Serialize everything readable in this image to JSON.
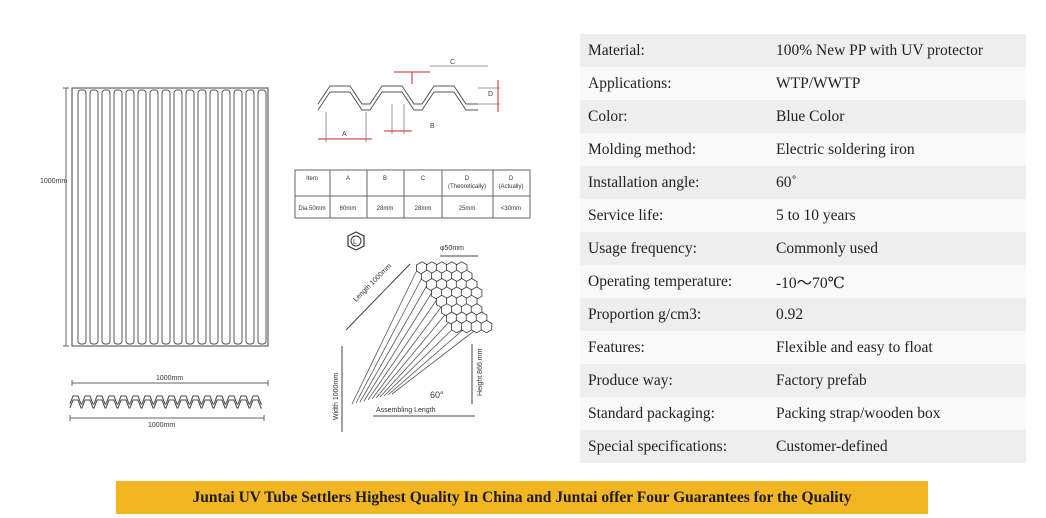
{
  "drawing": {
    "front_height_label": "1000mm",
    "front_width_label": "1000mm",
    "profile_width_label": "1000mm",
    "profile_labels": {
      "a": "A",
      "b": "B",
      "c": "C",
      "d": "D"
    },
    "dim_table": {
      "headers": [
        "Item",
        "A",
        "B",
        "C",
        "D\n(Theoretically)",
        "D\n(Actually)"
      ],
      "row": [
        "Dia 50mm",
        "60mm",
        "28mm",
        "28mm",
        "25mm",
        "<30mm"
      ]
    },
    "iso": {
      "diameter_label": "φ50mm",
      "length_label": "Length 1000mm",
      "width_label": "Width 1000mm",
      "height_label": "Height 866 mm",
      "angle_label": "60°",
      "assembling_label": "Assembling Length",
      "icon_letter": "L"
    }
  },
  "specs": [
    {
      "key": "Material:",
      "value": "100% New PP with UV protector"
    },
    {
      "key": "Applications:",
      "value": "WTP/WWTP"
    },
    {
      "key": "Color:",
      "value": "Blue Color"
    },
    {
      "key": "Molding method:",
      "value": "Electric soldering iron"
    },
    {
      "key": "Installation angle:",
      "value": "60˚"
    },
    {
      "key": "Service life:",
      "value": "5 to 10 years"
    },
    {
      "key": "Usage frequency:",
      "value": "Commonly used"
    },
    {
      "key": "Operating temperature:",
      "value": "-10～70℃"
    },
    {
      "key": "Proportion g/cm3:",
      "value": "0.92"
    },
    {
      "key": "Features:",
      "value": "Flexible and easy to float"
    },
    {
      "key": "Produce way:",
      "value": "Factory prefab"
    },
    {
      "key": "Standard packaging:",
      "value": "Packing strap/wooden box"
    },
    {
      "key": "Special specifications:",
      "value": "Customer-defined"
    }
  ],
  "banner": "Juntai UV Tube Settlers Highest Quality In China and Juntai offer Four Guarantees for the Quality",
  "colors": {
    "banner_bg": "#f3b623",
    "dimension_red": "#d32020",
    "row_alt": "#eeeeee"
  }
}
